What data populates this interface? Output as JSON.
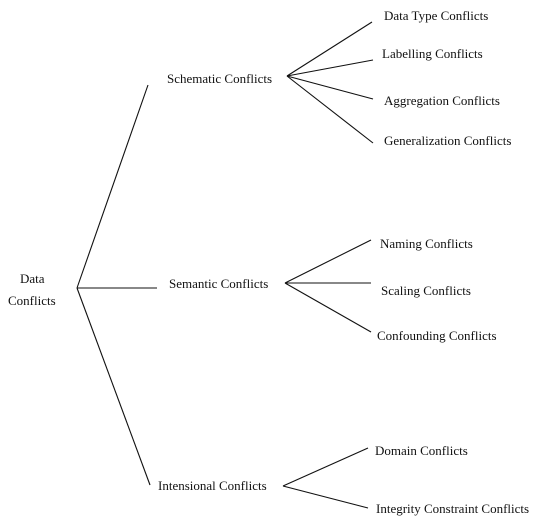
{
  "diagram": {
    "root": {
      "line1": "Data",
      "line2": "Conflicts"
    },
    "schematic": {
      "label": "Schematic Conflicts",
      "children": [
        "Data Type Conflicts",
        "Labelling Conflicts",
        "Aggregation Conflicts",
        "Generalization Conflicts"
      ]
    },
    "semantic": {
      "label": "Semantic Conflicts",
      "children": [
        "Naming Conflicts",
        "Scaling Conflicts",
        "Confounding Conflicts"
      ]
    },
    "intensional": {
      "label": "Intensional Conflicts",
      "children": [
        "Domain Conflicts",
        "Integrity Constraint Conflicts"
      ]
    }
  }
}
